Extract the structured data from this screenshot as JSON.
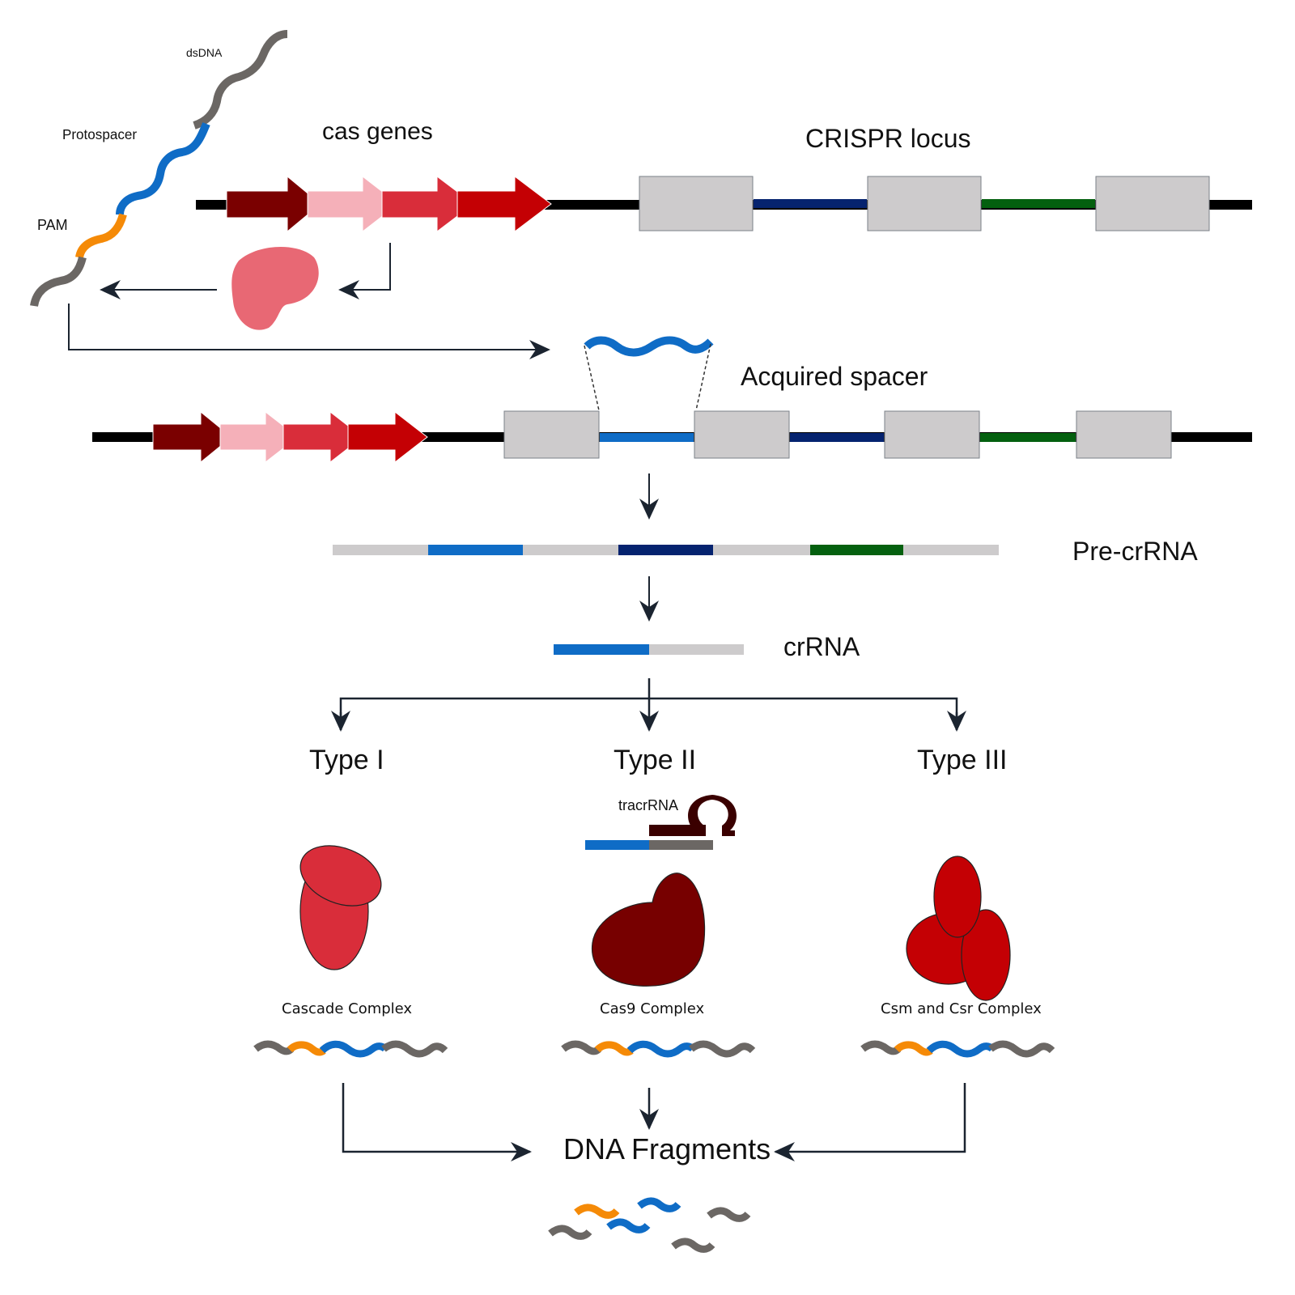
{
  "labels": {
    "dsdna": "dsDNA",
    "protospacer": "Protospacer",
    "pam": "PAM",
    "cas_genes": "cas genes",
    "crispr_locus": "CRISPR locus",
    "acquired_spacer": "Acquired spacer",
    "pre_crrna": "Pre-crRNA",
    "crrna": "crRNA",
    "tracrrna": "tracrRNA",
    "dna_fragments": "DNA Fragments"
  },
  "types": [
    {
      "name": "Type I",
      "complex": "Cascade Complex"
    },
    {
      "name": "Type II",
      "complex": "Cas9 Complex"
    },
    {
      "name": "Type III",
      "complex": "Csm and Csr Complex"
    }
  ],
  "colors": {
    "dna_gray": "#6b6764",
    "protospacer_blue": "#0f6cc6",
    "pam_orange": "#f58a07",
    "backbone": "#000000",
    "repeat_box": "#cdcbcc",
    "spacer_navy": "#05236f",
    "spacer_green": "#04600f",
    "gene1": "#7a0000",
    "gene2": "#f5b0b9",
    "gene3": "#d92d3a",
    "gene4": "#c40004",
    "cas_protein": "#e86874",
    "cas9": "#770000",
    "tracr": "#3a0000",
    "arrow": "#1b2430"
  }
}
